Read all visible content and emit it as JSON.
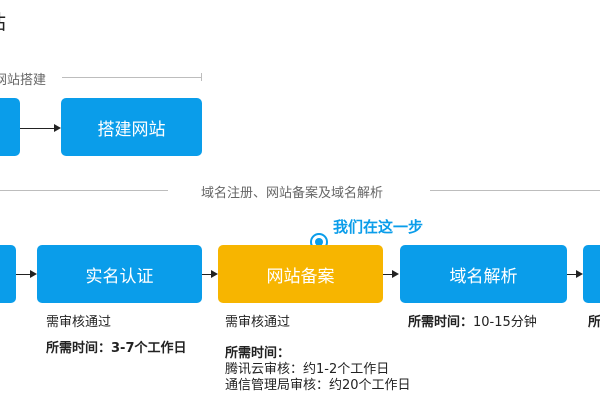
{
  "header": {
    "title": "站"
  },
  "section1": {
    "label": "网站搭建"
  },
  "section2": {
    "label": "域名注册、网站备案及域名解析"
  },
  "flow": {
    "build_box": "搭建网站",
    "realname_box": "实名认证",
    "beian_box": "网站备案",
    "dns_box": "域名解析"
  },
  "callout": {
    "text": "我们在这一步"
  },
  "notes": {
    "realname_review": "需审核通过",
    "realname_time": "所需时间：3-7个工作日",
    "beian_review": "需审核通过",
    "beian_time_title": "所需时间：",
    "beian_tencent": "腾讯云审核：约1-2个工作日",
    "beian_miit": "通信管理局审核：约20个工作日",
    "dns_time_label": "所需时间：",
    "dns_time_value": "10-15分钟",
    "cut_label": "所"
  },
  "colors": {
    "blue": "#0a9dea",
    "yellow": "#f7b500"
  }
}
